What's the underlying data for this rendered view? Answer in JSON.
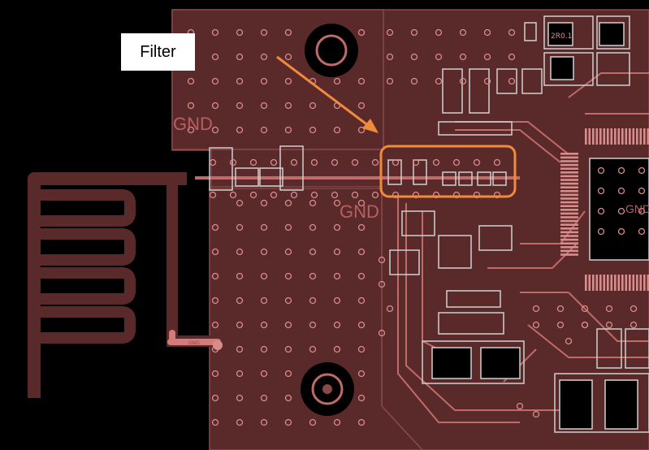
{
  "annotation": {
    "label": "Filter"
  },
  "board": {
    "net_labels": [
      "GND",
      "GND",
      "GND"
    ],
    "small_text": [
      "2R0.1",
      "GND"
    ],
    "colors": {
      "background": "#000000",
      "copper": "#5a2a2a",
      "copper_edge": "#8a4848",
      "trace": "#c06a6a",
      "via": "#d98c8c",
      "pad_outline": "#cfcfcf",
      "annotation": "#f08a3c"
    }
  }
}
